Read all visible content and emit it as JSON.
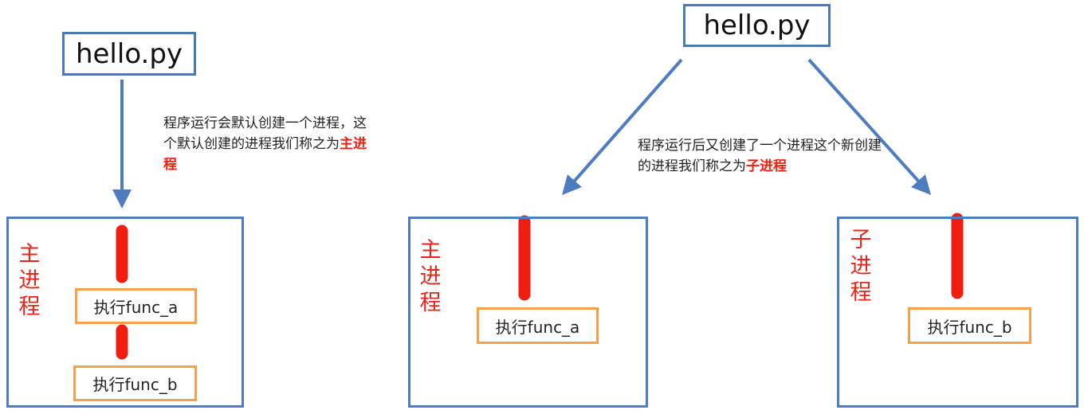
{
  "left": {
    "file_label": "hello.py",
    "note_text": "程序运行会默认创建一个进程，这个默认创建的进程我们称之为",
    "note_highlight": "主进程",
    "process_label": "主进程",
    "steps": [
      "执行func_a",
      "执行func_b"
    ]
  },
  "right": {
    "file_label": "hello.py",
    "note_text": "程序运行后又创建了一个进程这个新创建的进程我们称之为",
    "note_highlight": "子进程",
    "main_process": {
      "label": "主进程",
      "step": "执行func_a"
    },
    "child_process": {
      "label": "子进程",
      "step": "执行func_b"
    }
  },
  "colors": {
    "blue": "#4f7cc0",
    "red": "#f01d10",
    "orange": "#f5a04a"
  }
}
